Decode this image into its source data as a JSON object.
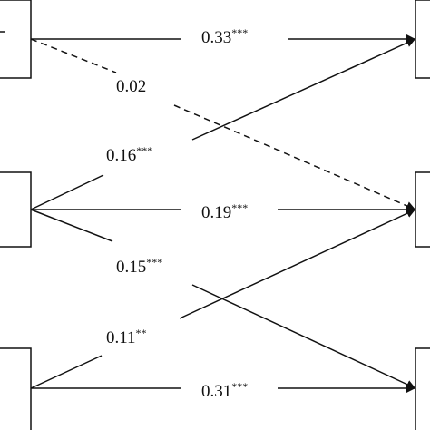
{
  "paths": [
    {
      "id": "p1",
      "value": "0.33",
      "stars": "***",
      "style": "solid"
    },
    {
      "id": "p2",
      "value": "0.02",
      "stars": "",
      "style": "dashed"
    },
    {
      "id": "p3",
      "value": "0.16",
      "stars": "***",
      "style": "solid"
    },
    {
      "id": "p4",
      "value": "0.19",
      "stars": "***",
      "style": "solid"
    },
    {
      "id": "p5",
      "value": "0.15",
      "stars": "***",
      "style": "solid"
    },
    {
      "id": "p6",
      "value": "0.11",
      "stars": "**",
      "style": "solid"
    },
    {
      "id": "p7",
      "value": "0.31",
      "stars": "***",
      "style": "solid"
    }
  ]
}
